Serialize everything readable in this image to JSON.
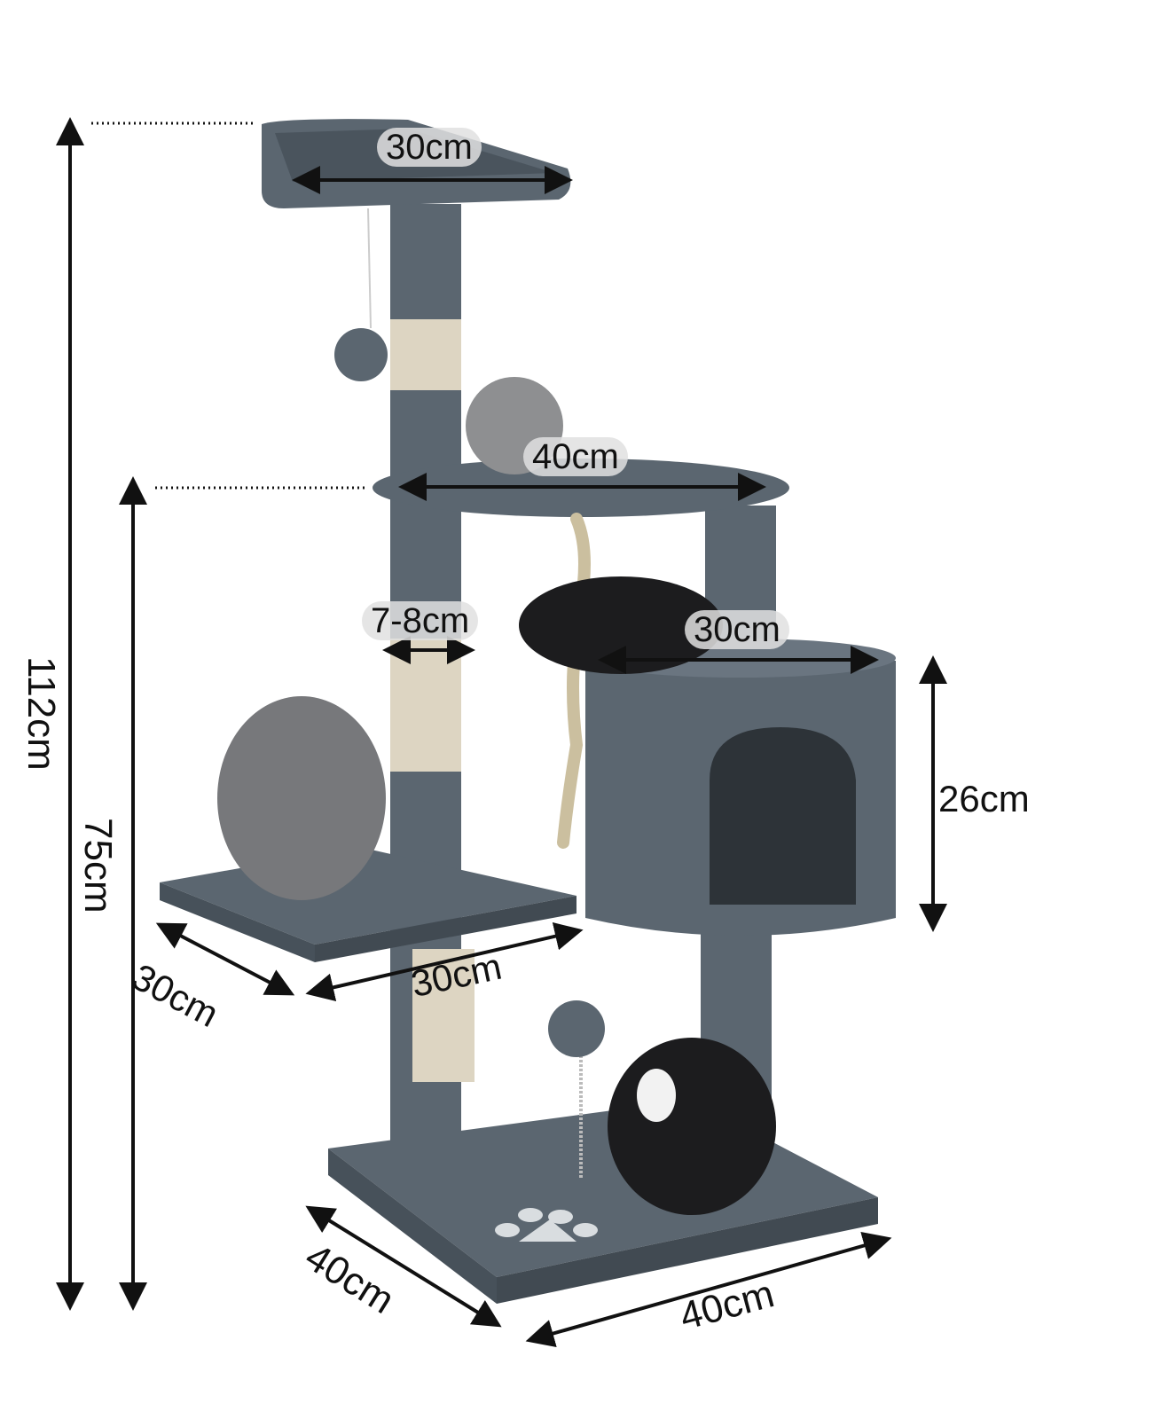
{
  "product": "Cat tree with scratching posts, perch, condo and dangling toys",
  "colors": {
    "plush": "#5b6670",
    "plush_dark": "#47515a",
    "sisal": "#ddd5c2",
    "paw_print": "#d9dde0",
    "annotation": "#111111"
  },
  "dimensions": {
    "top_perch_width": "30cm",
    "middle_platform_width": "40cm",
    "post_diameter": "7-8cm",
    "condo_top_width": "30cm",
    "condo_height": "26cm",
    "lower_platform_depth": "30cm",
    "lower_platform_width": "30cm",
    "base_depth": "40cm",
    "base_width": "40cm",
    "total_height": "112cm",
    "middle_platform_height": "75cm"
  },
  "chart_data": {
    "type": "table",
    "title": "Cat tree dimensions",
    "rows": [
      {
        "part": "Top perch width",
        "value_cm": 30
      },
      {
        "part": "Middle platform width",
        "value_cm": 40
      },
      {
        "part": "Post diameter",
        "value_cm": "7-8"
      },
      {
        "part": "Condo top width",
        "value_cm": 30
      },
      {
        "part": "Condo height",
        "value_cm": 26
      },
      {
        "part": "Lower platform depth",
        "value_cm": 30
      },
      {
        "part": "Lower platform width",
        "value_cm": 30
      },
      {
        "part": "Base depth",
        "value_cm": 40
      },
      {
        "part": "Base width",
        "value_cm": 40
      },
      {
        "part": "Total height",
        "value_cm": 112
      },
      {
        "part": "Height to middle platform",
        "value_cm": 75
      }
    ]
  }
}
